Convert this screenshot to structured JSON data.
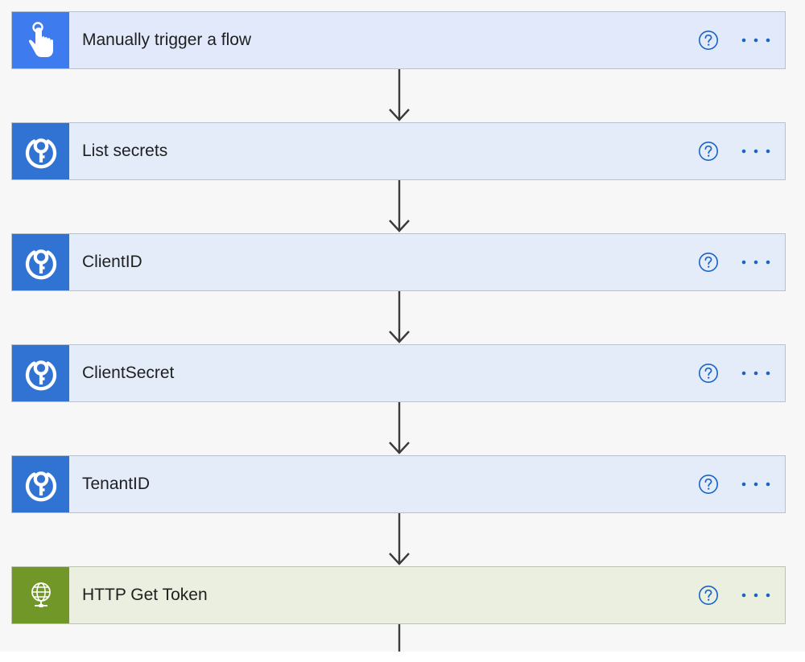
{
  "steps": [
    {
      "title": "Manually trigger a flow",
      "icon": "hand-pointer-icon",
      "color": "#3d7bef"
    },
    {
      "title": "List secrets",
      "icon": "key-vault-icon",
      "color": "#3173d3"
    },
    {
      "title": "ClientID",
      "icon": "key-vault-icon",
      "color": "#3173d3"
    },
    {
      "title": "ClientSecret",
      "icon": "key-vault-icon",
      "color": "#3173d3"
    },
    {
      "title": "TenantID",
      "icon": "key-vault-icon",
      "color": "#3173d3"
    },
    {
      "title": "HTTP Get Token",
      "icon": "globe-icon",
      "color": "#709727"
    }
  ],
  "colors": {
    "accent": "#1a64c8",
    "canvas": "#f7f7f7",
    "connector": "#3a3a3a"
  }
}
